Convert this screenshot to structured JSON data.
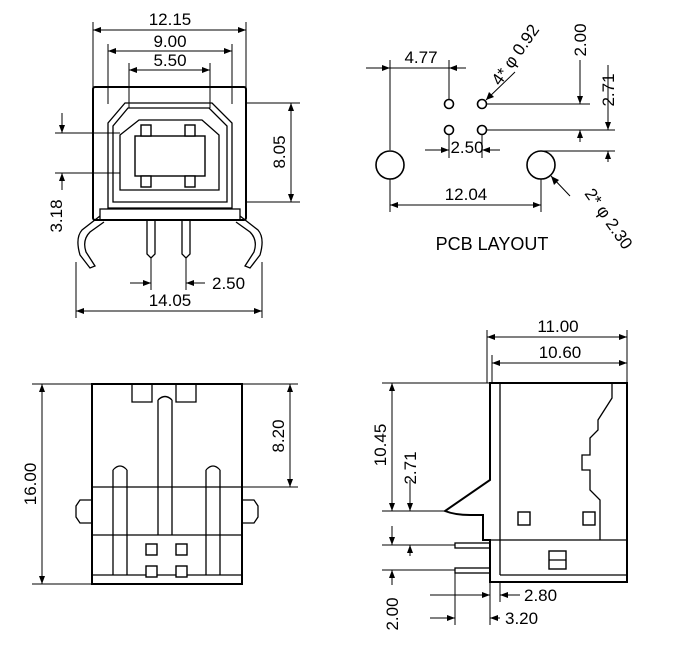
{
  "front_view": {
    "dim_total_width": "12.15",
    "dim_inner_width": "9.00",
    "dim_contact_width": "5.50",
    "dim_height": "8.05",
    "dim_pin_offset": "3.18",
    "dim_pin_pitch": "2.50",
    "dim_leg_span": "14.05"
  },
  "pcb_layout": {
    "title": "PCB LAYOUT",
    "dim_offset": "4.77",
    "dim_small_hole": "4* φ 0.92",
    "dim_row_pitch": "2.00",
    "dim_row_offset": "2.71",
    "dim_pin_pitch": "2.50",
    "dim_big_span": "12.04",
    "dim_big_hole": "2* φ 2.30"
  },
  "top_view": {
    "dim_length": "16.00",
    "dim_partial": "8.20"
  },
  "side_view": {
    "dim_depth_total": "11.00",
    "dim_depth_body": "10.60",
    "dim_height": "10.45",
    "dim_pin_offset": "2.71",
    "dim_pin_pitch": "2.00",
    "dim_lead_a": "2.80",
    "dim_lead_b": "3.20"
  }
}
